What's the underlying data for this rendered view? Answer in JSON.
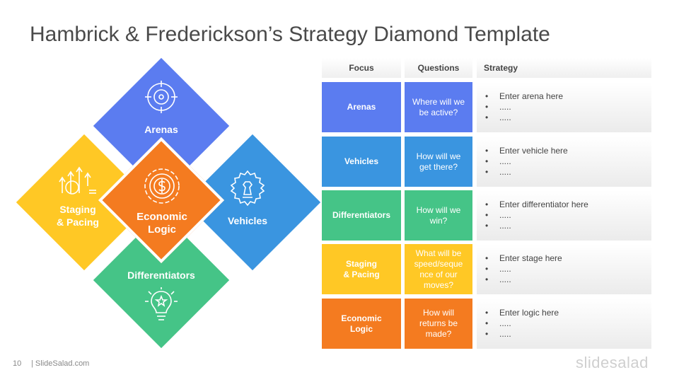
{
  "title": "Hambrick & Frederickson’s Strategy Diamond Template",
  "colors": {
    "blue": "#5b7cf0",
    "lightblue": "#3a95e0",
    "green": "#45c487",
    "yellow": "#ffc825",
    "orange": "#f47b20"
  },
  "diamond": {
    "arenas": {
      "label": "Arenas",
      "icon": "target-icon"
    },
    "vehicles": {
      "label": "Vehicles",
      "icon": "gear-chess-icon"
    },
    "differentiators": {
      "label": "Differentiators",
      "icon": "lightbulb-icon"
    },
    "staging": {
      "label_line1": "Staging",
      "label_line2": "& Pacing",
      "icon": "growth-arrows-icon"
    },
    "economic": {
      "label_line1": "Economic",
      "label_line2": "Logic",
      "icon": "dollar-gear-icon"
    }
  },
  "table": {
    "headers": {
      "focus": "Focus",
      "questions": "Questions",
      "strategy": "Strategy"
    },
    "rows": [
      {
        "focus": [
          "Arenas"
        ],
        "question": [
          "Where will we",
          "be active?"
        ],
        "strategy": [
          "Enter arena here",
          ".....",
          "....."
        ]
      },
      {
        "focus": [
          "Vehicles"
        ],
        "question": [
          "How will we",
          "get there?"
        ],
        "strategy": [
          "Enter vehicle here",
          ".....",
          "....."
        ]
      },
      {
        "focus": [
          "Differentiators"
        ],
        "question": [
          "How will we",
          "win?"
        ],
        "strategy": [
          "Enter differentiator here",
          ".....",
          "....."
        ]
      },
      {
        "focus": [
          "Staging",
          "& Pacing"
        ],
        "question": [
          "What will be",
          "speed/seque",
          "nce of our",
          "moves?"
        ],
        "strategy": [
          "Enter stage here",
          ".....",
          "....."
        ]
      },
      {
        "focus": [
          "Economic",
          "Logic"
        ],
        "question": [
          "How will",
          "returns be",
          "made?"
        ],
        "strategy": [
          "Enter logic here",
          ".....",
          "....."
        ]
      }
    ]
  },
  "footer": {
    "page_number": "10",
    "site": "| SlideSalad.com",
    "brand": "slidesalad"
  }
}
